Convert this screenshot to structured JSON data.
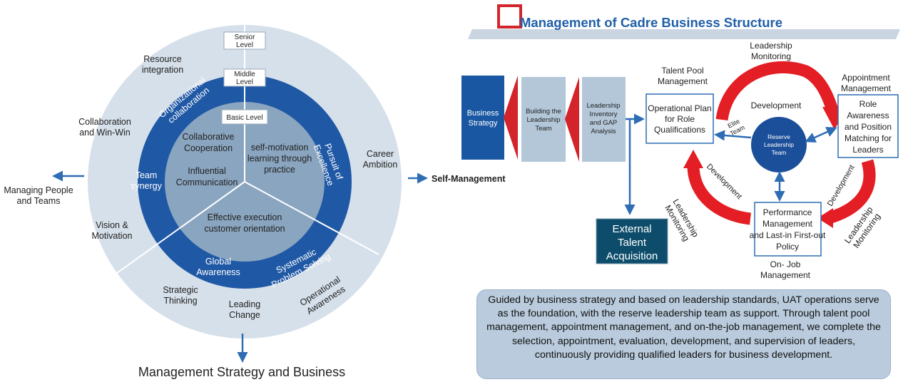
{
  "wheel": {
    "levels": {
      "senior": "Senior Level",
      "middle": "Middle Level",
      "basic": "Basic Level"
    },
    "outer_ring": {
      "resource_integration": "Resource integration",
      "collaboration": "Collaboration and Win-Win",
      "vision": "Vision & Motivation",
      "strategic_thinking": "Strategic Thinking",
      "leading_change": "Leading Change",
      "operational_awareness": "Operational Awareness",
      "career_ambition": "Career Ambition"
    },
    "middle_ring": {
      "organizational_collaboration": "Organizational collaboration",
      "team_synergy": "Team synergy",
      "global_awareness": "Global Awareness",
      "systematic_problem_solving": "Systematic Problem Solving",
      "pursuit_of_excellence": "Pursuit of Excellence"
    },
    "inner": {
      "collaborative_cooperation": "Collaborative Cooperation",
      "influential_communication": "Influential Communication",
      "self_motivation": "self-motivation learning through practice",
      "effective_execution": "Effective execution customer orientation"
    },
    "outputs": {
      "left": "Managing People and Teams",
      "right": "Self-Management",
      "bottom": "Management Strategy and Business"
    }
  },
  "structure": {
    "title": "Management of Cadre Business Structure",
    "chain": {
      "business_strategy": "Business Strategy",
      "building_team": "Building the Leadership Team",
      "leadership_inventory": "Leadership Inventory and GAP Analysis"
    },
    "external_talent": "External Talent Acquisition",
    "talent_pool_label": "Talent Pool Management",
    "operational_plan": "Operational Plan for Role Qualifications",
    "appointment_label": "Appointment Management",
    "role_awareness": "Role Awareness and Position Matching for Leaders",
    "reserve_team": "Reserve Leadership Team",
    "performance_box": "Performance Management and Last-in First-out Policy",
    "on_job_label": "On- Job Management",
    "leadership_monitoring": "Leadership Monitoring",
    "development": "Development",
    "elite_team": "Elite Team",
    "summary": "Guided by business strategy and based on leadership standards, UAT operations serve as the foundation, with the reserve leadership team as support. Through talent pool management, appointment management, and on-the-job management, we complete the selection, appointment, evaluation, development, and supervision of leaders, continuously providing qualified leaders for business development."
  },
  "colors": {
    "outer_ring": "#d6e0ea",
    "middle_ring": "#1f58a5",
    "inner_circle": "#8aa5bf",
    "chain_dark": "#1a57a3",
    "chain_light": "#b3c7d9",
    "chevron_red": "#d3242b",
    "external_box": "#0d4d6b",
    "reserve_circle": "#1c4f9a",
    "cycle_arrow": "#e31e24",
    "connector": "#2e6db4",
    "summary_bg": "#b9cbdc"
  }
}
